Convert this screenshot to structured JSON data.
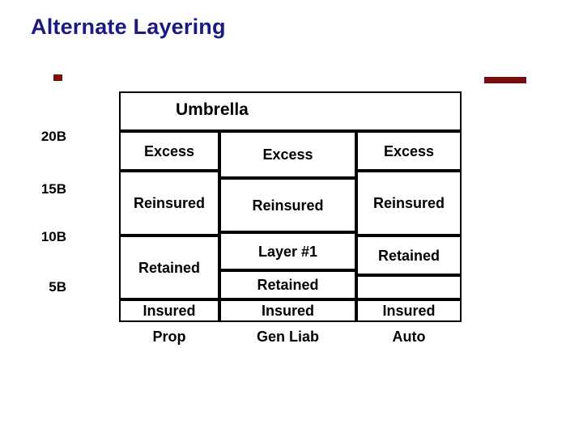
{
  "slide": {
    "title": "Alternate Layering",
    "title_color": "#1a1a82",
    "accent_color": "#7c0d0d",
    "background_color": "#ffffff"
  },
  "axis": {
    "unit_note": "",
    "ticks": [
      {
        "label": "20B"
      },
      {
        "label": "15B"
      },
      {
        "label": "10B"
      },
      {
        "label": "5B"
      }
    ]
  },
  "diagram": {
    "type": "stacked-layer-table",
    "header": {
      "label": "Umbrella"
    },
    "columns": [
      {
        "key": "prop",
        "category_label": "Prop",
        "cells": [
          {
            "label": "Excess"
          },
          {
            "label": "Reinsured"
          },
          {
            "label": "Retained"
          },
          {
            "label": "Insured"
          }
        ]
      },
      {
        "key": "gen_liab",
        "category_label": "Gen Liab",
        "cells": [
          {
            "label": "Excess"
          },
          {
            "label": "Reinsured"
          },
          {
            "label": "Layer #1"
          },
          {
            "label": "Retained"
          },
          {
            "label": "Insured"
          }
        ]
      },
      {
        "key": "auto",
        "category_label": "Auto",
        "cells": [
          {
            "label": "Excess"
          },
          {
            "label": "Reinsured"
          },
          {
            "label": "Retained"
          },
          {
            "label": "Insured"
          }
        ]
      }
    ]
  }
}
